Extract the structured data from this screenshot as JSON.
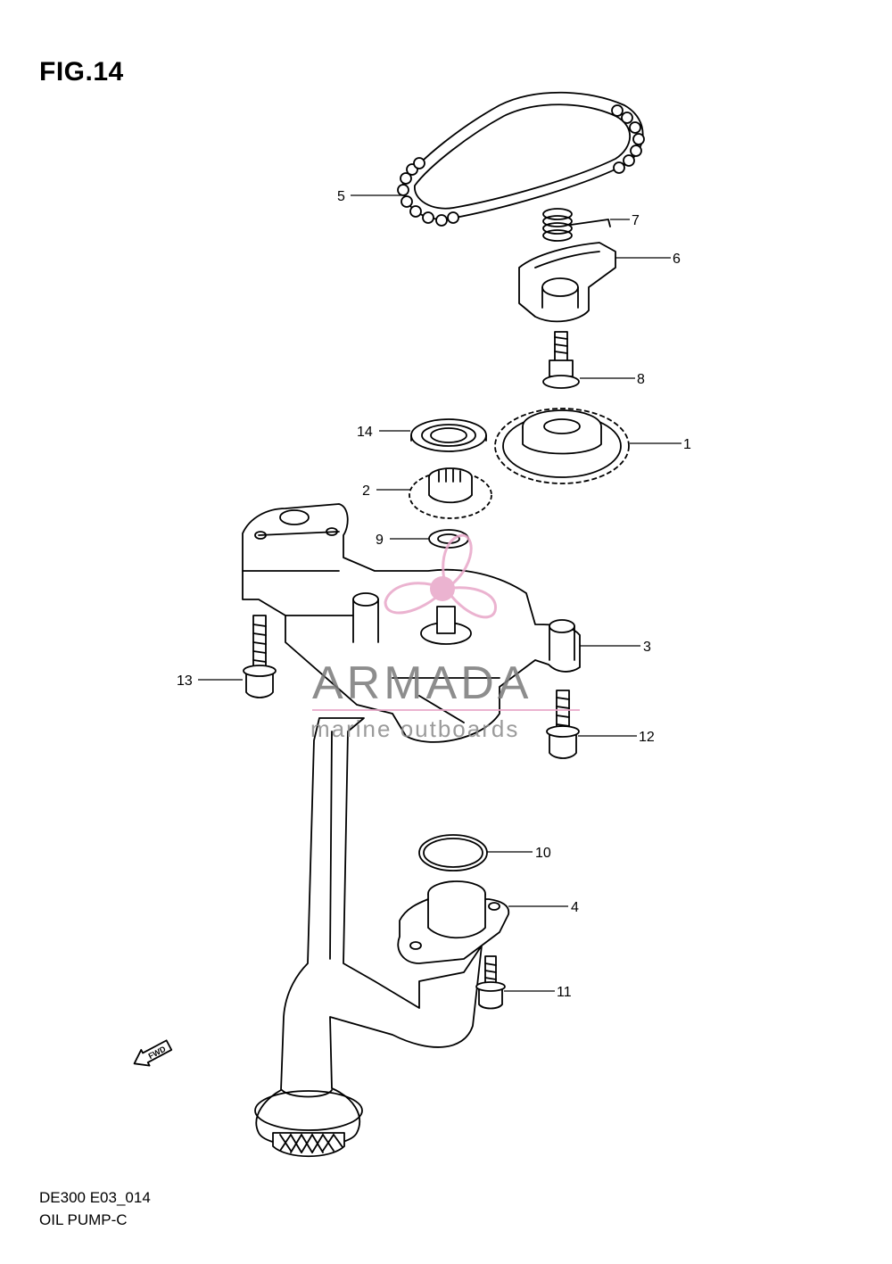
{
  "figure": {
    "title": "FIG.14",
    "diagram_code": "DE300 E03_014",
    "diagram_name": "OIL PUMP-C"
  },
  "watermark": {
    "brand": "ARMADA",
    "tagline": "marine outboards",
    "brand_color": "#7a7a7a",
    "accent_color": "#e8a6c8"
  },
  "direction_marker": {
    "label": "FWD"
  },
  "callouts": [
    {
      "number": "5"
    },
    {
      "number": "7"
    },
    {
      "number": "6"
    },
    {
      "number": "8"
    },
    {
      "number": "14"
    },
    {
      "number": "1"
    },
    {
      "number": "2"
    },
    {
      "number": "9"
    },
    {
      "number": "3"
    },
    {
      "number": "13"
    },
    {
      "number": "12"
    },
    {
      "number": "10"
    },
    {
      "number": "4"
    },
    {
      "number": "11"
    }
  ]
}
